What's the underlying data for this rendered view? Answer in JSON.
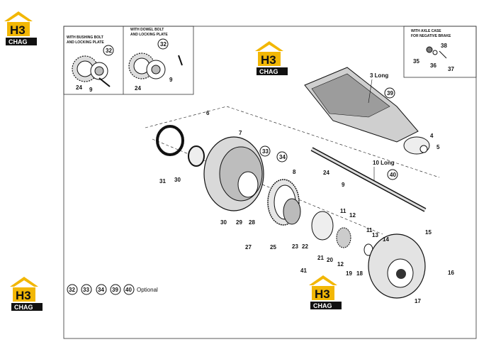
{
  "logo": {
    "text_main": "H3",
    "text_sub": "CHAG",
    "yellow": "#f2b705",
    "dark": "#111111"
  },
  "inset_bushing": {
    "caption_line1": "WITH BUSHING BOLT",
    "caption_line2": "AND LOCKING PLATE",
    "callout": "32",
    "labels": [
      "24",
      "9"
    ]
  },
  "inset_dowel": {
    "caption_line1": "WITH DOWEL BOLT",
    "caption_line2": "AND LOCKING PLATE",
    "callout": "32",
    "labels": [
      "24",
      "9"
    ]
  },
  "inset_axle": {
    "caption_line1": "WITH AXLE CASE",
    "caption_line2": "FOR NEGATIVE BRAKE",
    "labels": [
      "38",
      "35",
      "36",
      "37"
    ]
  },
  "main": {
    "long3": "3 Long",
    "long10": "10 Long",
    "callouts": [
      "39",
      "33",
      "34",
      "40"
    ],
    "labels": [
      "6",
      "7",
      "31",
      "30",
      "8",
      "24",
      "9",
      "4",
      "5",
      "11",
      "12",
      "13",
      "14",
      "15",
      "16",
      "17",
      "18",
      "19",
      "20",
      "21",
      "22",
      "23",
      "25",
      "27",
      "28",
      "29",
      "30",
      "41",
      "11",
      "12"
    ]
  },
  "legend": {
    "circles": [
      "32",
      "33",
      "34",
      "39",
      "40"
    ],
    "text": "Optional"
  }
}
